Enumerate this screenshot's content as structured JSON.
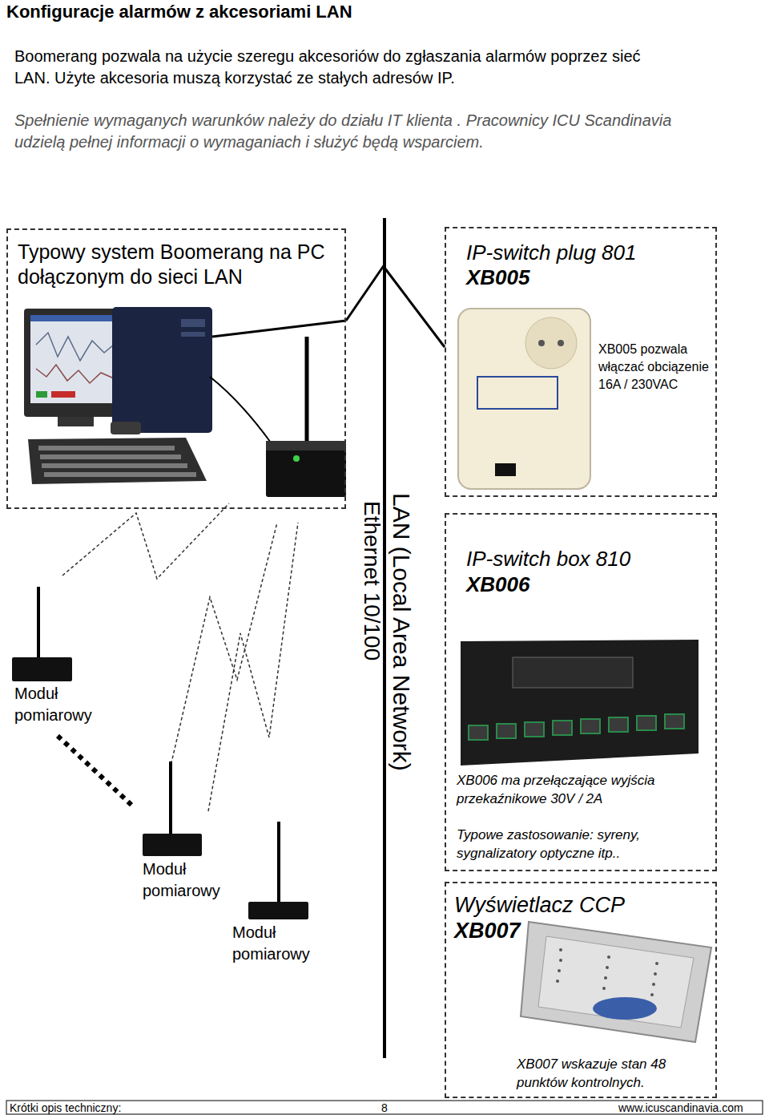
{
  "diagram": {
    "title": "Konfiguracje alarmów z akcesoriami LAN",
    "nodes": [
      {
        "text": [
          "Typowy system Boomerang na PC dołączonym do sieci LAN"
        ]
      },
      {
        "text": [
          "LAN (Local Area Network)",
          "Ethernet 10/100"
        ]
      },
      {
        "text": [
          "IP-switch plug 801",
          "XB005",
          "XB005 pozwala włączać obciązenie 16A / 230VAC"
        ]
      },
      {
        "text": [
          "IP-switch box 810",
          "XB006",
          "XB006 ma przełączające wyjścia przekaźnikowe 30V / 2A",
          "Typowe zastosowanie: syreny, sygnalizatory optyczne itp.."
        ]
      },
      {
        "text": [
          "Wyświetlacz CCP",
          "XB007",
          "XB007 wskazuje stan 48 punktów kontrolnych."
        ]
      }
    ],
    "edges": [
      {
        "from": 0,
        "to": 1,
        "arrow": "none"
      },
      {
        "from": 1,
        "to": 2,
        "arrow": "none"
      }
    ],
    "labels": [
      "Boomerang pozwala na użycie szeregu akcesoriów do zgłaszania alarmów poprzez sieć LAN. Użyte akcesoria muszą korzystać ze stałych adresów IP.",
      "Spełnienie wymaganych warunków należy do działu IT klienta . Pracownicy ICU Scandinavia udzielą pełnej informacji o wymaganiach i służyć będą wsparciem.",
      "Moduł pomiarowy",
      "Moduł pomiarowy",
      "Moduł pomiarowy",
      "Krótki opis techniczny:",
      "8",
      "www.icuscandinavia.com"
    ]
  }
}
